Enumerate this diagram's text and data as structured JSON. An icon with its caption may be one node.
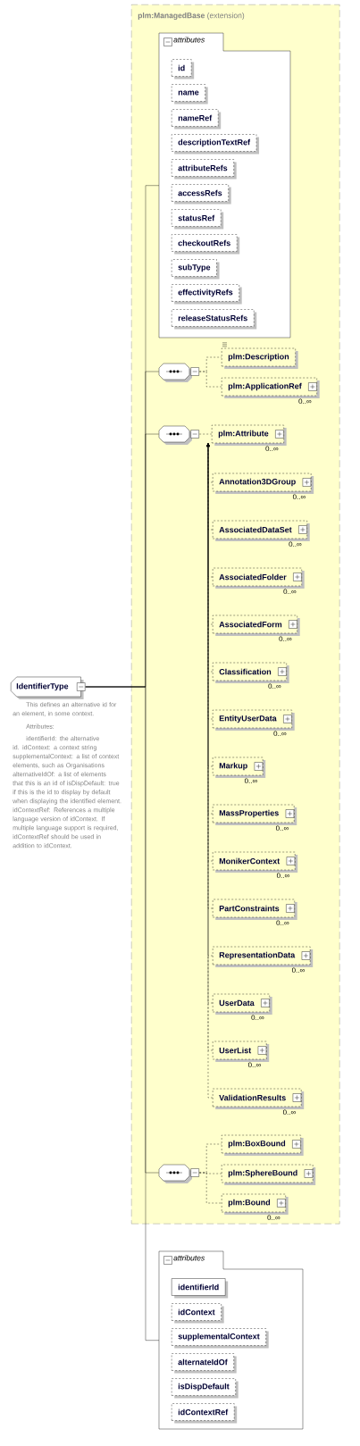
{
  "diagram": {
    "nodes": [
      {
        "text": [
          "**plm:ManagedBase** (extension)"
        ]
      },
      {
        "text": [
          "attributes"
        ],
        "in": 0
      },
      {
        "text": [
          "id"
        ],
        "in": 1
      },
      {
        "text": [
          "name"
        ],
        "in": 1
      },
      {
        "text": [
          "nameRef"
        ],
        "in": 1
      },
      {
        "text": [
          "descriptionTextRef"
        ],
        "in": 1
      },
      {
        "text": [
          "attributeRefs"
        ],
        "in": 1
      },
      {
        "text": [
          "accessRefs"
        ],
        "in": 1
      },
      {
        "text": [
          "statusRef"
        ],
        "in": 1
      },
      {
        "text": [
          "checkoutRefs"
        ],
        "in": 1
      },
      {
        "text": [
          "subType"
        ],
        "in": 1
      },
      {
        "text": [
          "effectivityRefs"
        ],
        "in": 1
      },
      {
        "text": [
          "releaseStatusRefs"
        ],
        "in": 1
      },
      {
        "text": [],
        "shape": "octagon",
        "in": 0
      },
      {
        "text": [
          "plm:Description"
        ],
        "in": 0
      },
      {
        "text": [
          "plm:ApplicationRef"
        ],
        "beside": [
          "0..∞"
        ],
        "in": 0
      },
      {
        "text": [],
        "shape": "octagon",
        "in": 0
      },
      {
        "text": [
          "plm:Attribute"
        ],
        "beside": [
          "0..∞"
        ],
        "in": 0
      },
      {
        "text": [
          "Annotation3DGroup"
        ],
        "beside": [
          "0..∞"
        ],
        "in": 0
      },
      {
        "text": [
          "AssociatedDataSet"
        ],
        "beside": [
          "0..∞"
        ],
        "in": 0
      },
      {
        "text": [
          "AssociatedFolder"
        ],
        "beside": [
          "0..∞"
        ],
        "in": 0
      },
      {
        "text": [
          "AssociatedForm"
        ],
        "beside": [
          "0..∞"
        ],
        "in": 0
      },
      {
        "text": [
          "Classification"
        ],
        "beside": [
          "0..∞"
        ],
        "in": 0
      },
      {
        "text": [
          "EntityUserData"
        ],
        "beside": [
          "0..∞"
        ],
        "in": 0
      },
      {
        "text": [
          "Markup"
        ],
        "beside": [
          "0..∞"
        ],
        "in": 0
      },
      {
        "text": [
          "MassProperties"
        ],
        "beside": [
          "0..∞"
        ],
        "in": 0
      },
      {
        "text": [
          "MonikerContext"
        ],
        "beside": [
          "0..∞"
        ],
        "in": 0
      },
      {
        "text": [
          "PartConstraints"
        ],
        "beside": [
          "0..∞"
        ],
        "in": 0
      },
      {
        "text": [
          "RepresentationData"
        ],
        "beside": [
          "0..∞"
        ],
        "in": 0
      },
      {
        "text": [
          "UserData"
        ],
        "beside": [
          "0..∞"
        ],
        "in": 0
      },
      {
        "text": [
          "UserList"
        ],
        "beside": [
          "0..∞"
        ],
        "in": 0
      },
      {
        "text": [
          "ValidationResults"
        ],
        "beside": [
          "0..∞"
        ],
        "in": 0
      },
      {
        "text": [],
        "shape": "octagon",
        "in": 0
      },
      {
        "text": [
          "plm:BoxBound"
        ],
        "in": 0
      },
      {
        "text": [
          "plm:SphereBound"
        ],
        "in": 0
      },
      {
        "text": [
          "plm:Bound"
        ],
        "beside": [
          "0..∞"
        ],
        "in": 0
      },
      {
        "text": [
          "IdentifierType"
        ],
        "beside": [
          "This defines an alternative id for an element, in some context.",
          "Attributes:",
          "identifierId: the alternative id. idContext: a context string supplementalContext: a list of context elements, such as Organisations alternativeIdOf: a list of elements that this is an id of isDispDefault: true if this is the id to display by default when displaying the identified element. idContextRef: References a multiple language version of idContext. If multiple language support is required, idContextRef should be used in addition to idContext."
        ]
      },
      {
        "text": [
          "attributes"
        ]
      },
      {
        "text": [
          "identifierId"
        ],
        "in": 37
      },
      {
        "text": [
          "idContext"
        ],
        "in": 37
      },
      {
        "text": [
          "supplementalContext"
        ],
        "in": 37
      },
      {
        "text": [
          "alternateIdOf"
        ],
        "in": 37
      },
      {
        "text": [
          "isDispDefault"
        ],
        "in": 37
      },
      {
        "text": [
          "idContextRef"
        ],
        "in": 37
      }
    ],
    "edges": [
      {
        "from": 36,
        "to": 1,
        "arrow": "none"
      },
      {
        "from": 36,
        "to": 13,
        "arrow": "none"
      },
      {
        "from": 36,
        "to": 16,
        "arrow": "none"
      },
      {
        "from": 36,
        "to": 32,
        "arrow": "none"
      },
      {
        "from": 36,
        "to": 37,
        "arrow": "none"
      },
      {
        "from": 13,
        "to": 14,
        "arrow": "none",
        "style": "dashed"
      },
      {
        "from": 13,
        "to": 15,
        "arrow": "none",
        "style": "dashed"
      },
      {
        "from": 16,
        "to": 17,
        "arrow": "none",
        "style": "dashed"
      },
      {
        "from": 18,
        "to": 17,
        "arrow": "to",
        "style": "dashed"
      },
      {
        "from": 19,
        "to": 17,
        "arrow": "to",
        "style": "dashed"
      },
      {
        "from": 20,
        "to": 17,
        "arrow": "to",
        "style": "dashed"
      },
      {
        "from": 21,
        "to": 17,
        "arrow": "to",
        "style": "dashed"
      },
      {
        "from": 22,
        "to": 17,
        "arrow": "to",
        "style": "dashed"
      },
      {
        "from": 23,
        "to": 17,
        "arrow": "to",
        "style": "dashed"
      },
      {
        "from": 24,
        "to": 17,
        "arrow": "to",
        "style": "dashed"
      },
      {
        "from": 25,
        "to": 17,
        "arrow": "to",
        "style": "dashed"
      },
      {
        "from": 26,
        "to": 17,
        "arrow": "to",
        "style": "dashed"
      },
      {
        "from": 27,
        "to": 17,
        "arrow": "to",
        "style": "dashed"
      },
      {
        "from": 28,
        "to": 17,
        "arrow": "to",
        "style": "dashed"
      },
      {
        "from": 29,
        "to": 17,
        "arrow": "to",
        "style": "dashed"
      },
      {
        "from": 30,
        "to": 17,
        "arrow": "to",
        "style": "dashed"
      },
      {
        "from": 31,
        "to": 17,
        "arrow": "to",
        "style": "dashed"
      },
      {
        "from": 32,
        "to": 33,
        "arrow": "none",
        "style": "dashed"
      },
      {
        "from": 32,
        "to": 34,
        "arrow": "none",
        "style": "dashed"
      },
      {
        "from": 32,
        "to": 35,
        "arrow": "none",
        "style": "dashed"
      }
    ]
  }
}
